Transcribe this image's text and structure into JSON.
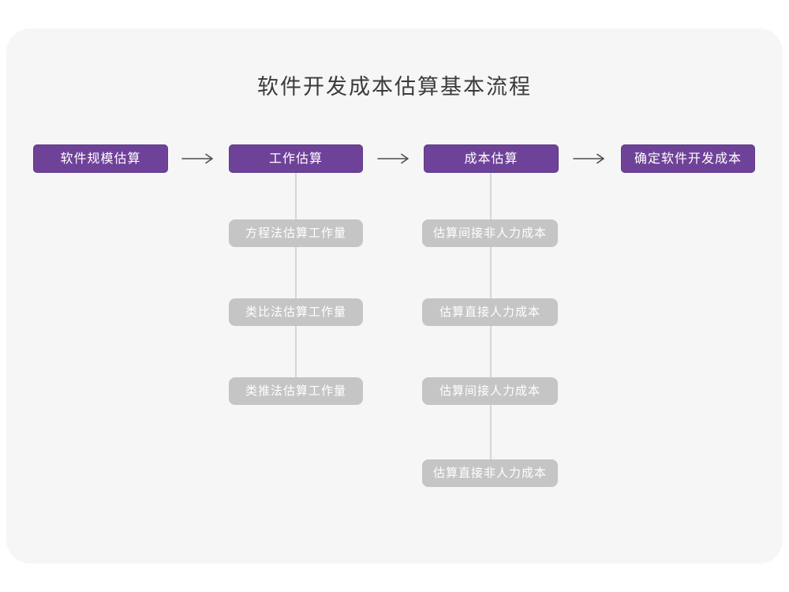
{
  "page": {
    "title": "软件开发成本估算基本流程"
  },
  "colors": {
    "accent_purple": "#6f4299",
    "node_gray": "#c5c5c5",
    "connector_gray": "#d6d6d6",
    "arrow_stroke": "#4d4d4d",
    "card_background": "#f6f6f7",
    "title_text": "#3b3b3b"
  },
  "flow": {
    "main_steps": [
      {
        "label": "软件规模估算"
      },
      {
        "label": "工作估算"
      },
      {
        "label": "成本估算"
      },
      {
        "label": "确定软件开发成本"
      }
    ],
    "work_estimation_methods": [
      "方程法估算工作量",
      "类比法估算工作量",
      "类推法估算工作量"
    ],
    "cost_estimation_steps": [
      "估算间接非人力成本",
      "估算直接人力成本",
      "估算间接人力成本",
      "估算直接非人力成本"
    ]
  }
}
